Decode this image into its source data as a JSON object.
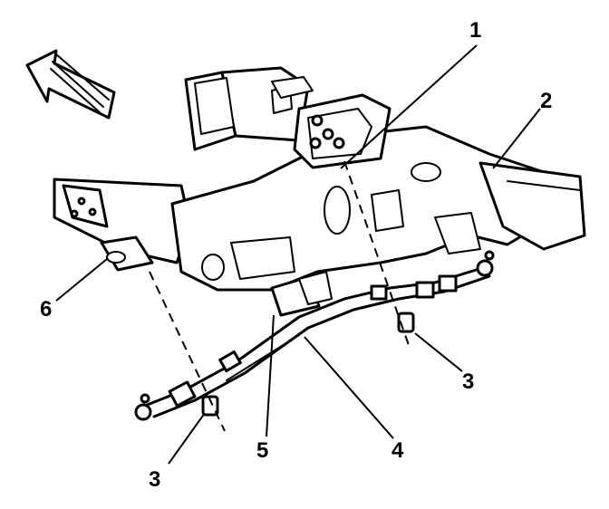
{
  "arrow_icon": "direction-arrow-icon",
  "colors": {
    "ink": "#000000",
    "paper": "#ffffff"
  },
  "callouts": {
    "c1": "1",
    "c2": "2",
    "c3a": "3",
    "c3b": "3",
    "c4": "4",
    "c5": "5",
    "c6": "6"
  }
}
